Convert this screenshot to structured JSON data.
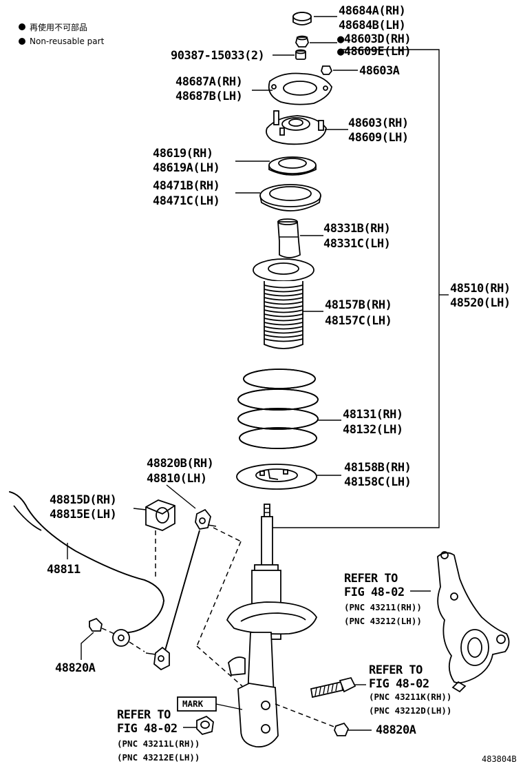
{
  "legend": {
    "cn": "再使用不可部品",
    "en": "Non-reusable part"
  },
  "labels": {
    "p48684a": "48684A(RH)",
    "p48684b": "48684B(LH)",
    "p48603d": "●48603D(RH)",
    "p48609e": "●48609E(LH)",
    "p90387": "90387-15033(2)",
    "p48603a": "48603A",
    "p48687a": "48687A(RH)",
    "p48687b": "48687B(LH)",
    "p48603": "48603(RH)",
    "p48609": "48609(LH)",
    "p48619": "48619(RH)",
    "p48619a": "48619A(LH)",
    "p48471b": "48471B(RH)",
    "p48471c": "48471C(LH)",
    "p48331b": "48331B(RH)",
    "p48331c": "48331C(LH)",
    "p48510": "48510(RH)",
    "p48520": "48520(LH)",
    "p48157b": "48157B(RH)",
    "p48157c": "48157C(LH)",
    "p48131": "48131(RH)",
    "p48132": "48132(LH)",
    "p48820b": "48820B(RH)",
    "p48810": "48810(LH)",
    "p48158b": "48158B(RH)",
    "p48158c": "48158C(LH)",
    "p48815d": "48815D(RH)",
    "p48815e": "48815E(LH)",
    "p48811": "48811",
    "p48820a_left": "48820A",
    "p48820a_bottom": "48820A",
    "mark": "MARK"
  },
  "refers": {
    "knuckle": {
      "line1": "REFER TO",
      "line2": "FIG 48-02",
      "pnc1": "(PNC 43211(RH))",
      "pnc2": "(PNC 43212(LH))"
    },
    "bolt": {
      "line1": "REFER TO",
      "line2": "FIG 48-02",
      "pnc1": "(PNC 43211K(RH))",
      "pnc2": "(PNC 43212D(LH))"
    },
    "nut": {
      "line1": "REFER TO",
      "line2": "FIG 48-02",
      "pnc1": "(PNC 43211L(RH))",
      "pnc2": "(PNC 43212E(LH))"
    }
  },
  "figure_id": "483804B"
}
